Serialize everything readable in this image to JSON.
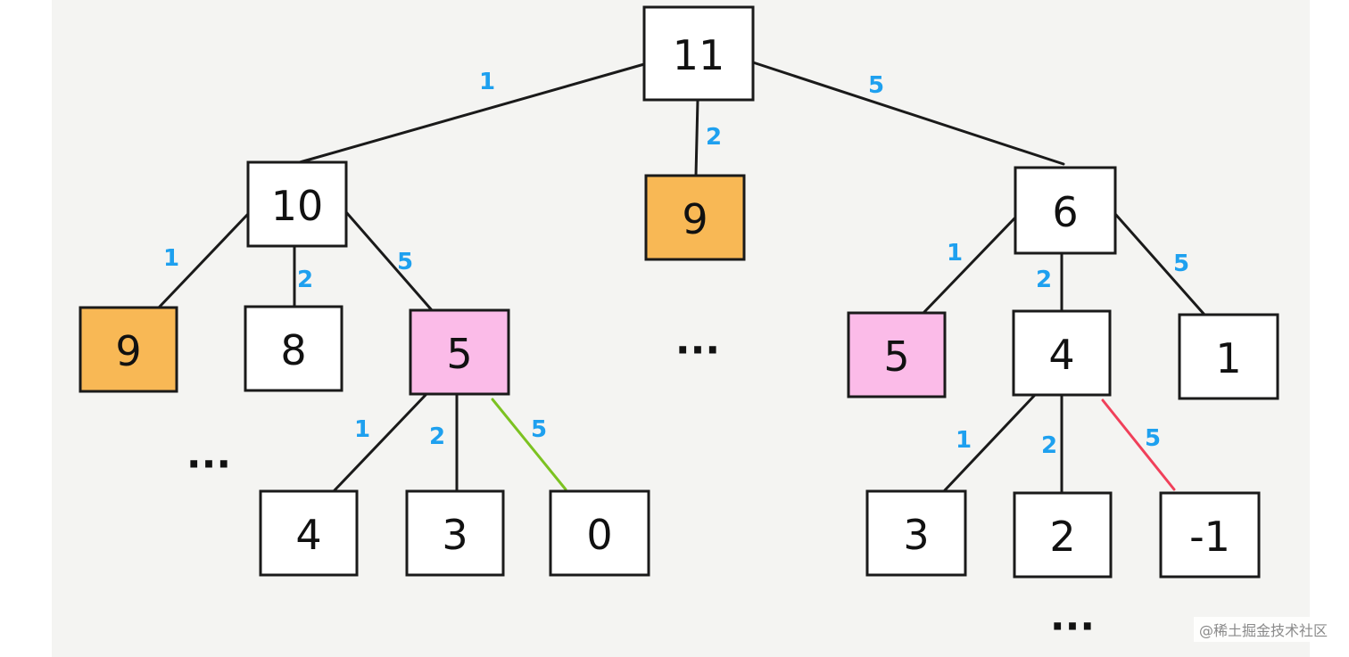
{
  "colors": {
    "edge": "#1a1a1a",
    "edge_label": "#1ea0ef",
    "node_default": "#ffffff",
    "node_orange": "#f8b855",
    "node_pink": "#fbbbe8",
    "edge_green": "#7cc221",
    "edge_red": "#f0405a"
  },
  "nodes": [
    {
      "id": "n11",
      "label": "11",
      "fill": "default"
    },
    {
      "id": "n10",
      "label": "10",
      "fill": "default"
    },
    {
      "id": "n9top",
      "label": "9",
      "fill": "orange"
    },
    {
      "id": "n6",
      "label": "6",
      "fill": "default"
    },
    {
      "id": "n9left",
      "label": "9",
      "fill": "orange"
    },
    {
      "id": "n8",
      "label": "8",
      "fill": "default"
    },
    {
      "id": "n5a",
      "label": "5",
      "fill": "pink"
    },
    {
      "id": "n5b",
      "label": "5",
      "fill": "pink"
    },
    {
      "id": "n4",
      "label": "4",
      "fill": "default"
    },
    {
      "id": "n1",
      "label": "1",
      "fill": "default"
    },
    {
      "id": "n4b",
      "label": "4",
      "fill": "default"
    },
    {
      "id": "n3",
      "label": "3",
      "fill": "default"
    },
    {
      "id": "n0",
      "label": "0",
      "fill": "default"
    },
    {
      "id": "n3b",
      "label": "3",
      "fill": "default"
    },
    {
      "id": "n2",
      "label": "2",
      "fill": "default"
    },
    {
      "id": "nm1",
      "label": "-1",
      "fill": "default"
    }
  ],
  "edges": [
    {
      "from": "n11",
      "to": "n10",
      "label": "1",
      "color": "edge"
    },
    {
      "from": "n11",
      "to": "n9top",
      "label": "2",
      "color": "edge"
    },
    {
      "from": "n11",
      "to": "n6",
      "label": "5",
      "color": "edge"
    },
    {
      "from": "n10",
      "to": "n9left",
      "label": "1",
      "color": "edge"
    },
    {
      "from": "n10",
      "to": "n8",
      "label": "2",
      "color": "edge"
    },
    {
      "from": "n10",
      "to": "n5a",
      "label": "5",
      "color": "edge"
    },
    {
      "from": "n6",
      "to": "n5b",
      "label": "1",
      "color": "edge"
    },
    {
      "from": "n6",
      "to": "n4",
      "label": "2",
      "color": "edge"
    },
    {
      "from": "n6",
      "to": "n1",
      "label": "5",
      "color": "edge"
    },
    {
      "from": "n5a",
      "to": "n4b",
      "label": "1",
      "color": "edge"
    },
    {
      "from": "n5a",
      "to": "n3",
      "label": "2",
      "color": "edge"
    },
    {
      "from": "n5a",
      "to": "n0",
      "label": "5",
      "color": "edge_green"
    },
    {
      "from": "n4",
      "to": "n3b",
      "label": "1",
      "color": "edge"
    },
    {
      "from": "n4",
      "to": "n2",
      "label": "2",
      "color": "edge"
    },
    {
      "from": "n4",
      "to": "nm1",
      "label": "5",
      "color": "edge_red"
    }
  ],
  "ellipses": [
    "...",
    "...",
    "...",
    "..."
  ],
  "watermark": "@稀土掘金技术社区"
}
